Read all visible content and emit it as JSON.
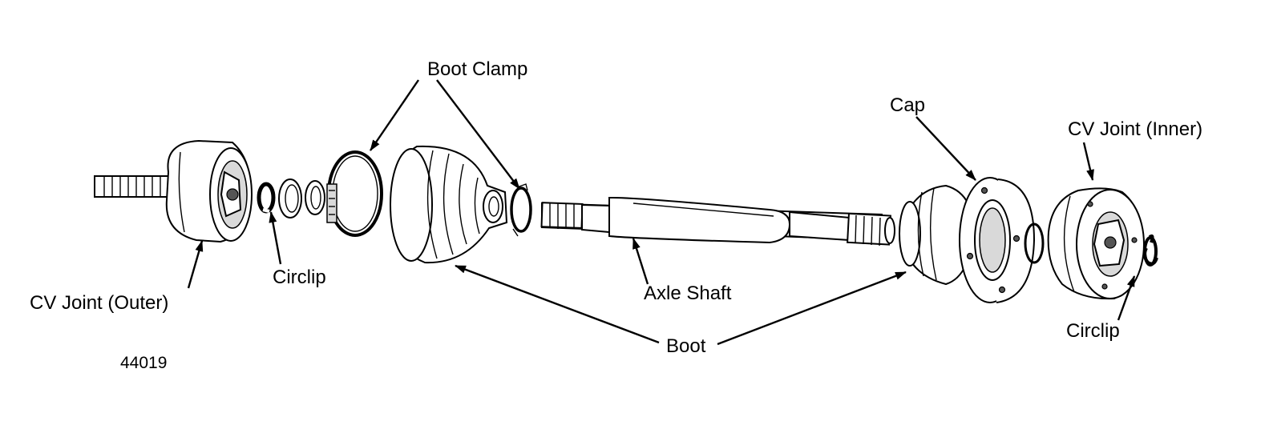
{
  "labels": {
    "boot_clamp": "Boot Clamp",
    "cap": "Cap",
    "cv_joint_inner": "CV Joint (Inner)",
    "circlip_left": "Circlip",
    "cv_joint_outer": "CV Joint (Outer)",
    "axle_shaft": "Axle Shaft",
    "boot": "Boot",
    "circlip_right": "Circlip"
  },
  "figure_number": "44019",
  "colors": {
    "line": "#000000",
    "background": "#ffffff",
    "shading": "#d9d9d9"
  }
}
